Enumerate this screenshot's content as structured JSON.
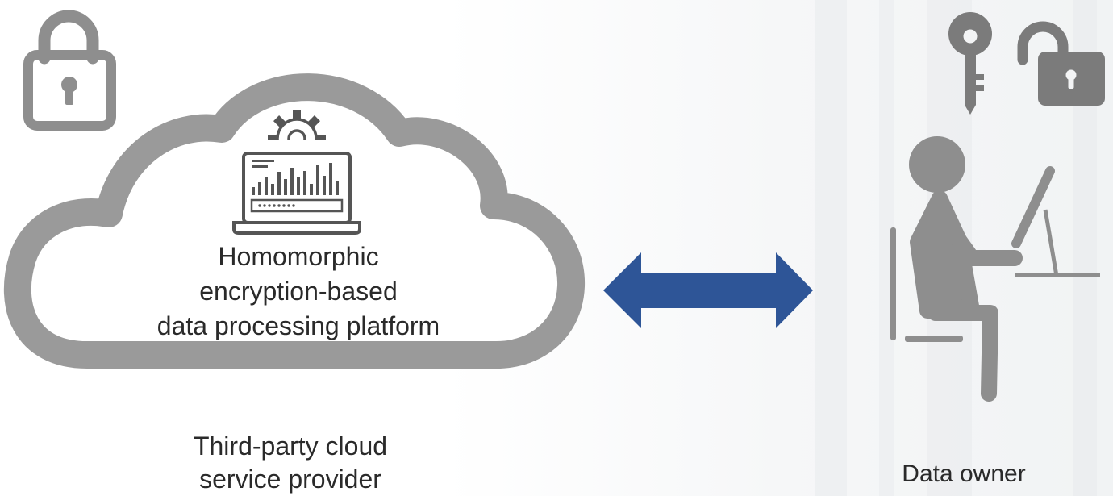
{
  "cloud": {
    "label_lines": [
      "Homomorphic",
      "encryption-based",
      "data processing platform"
    ]
  },
  "provider": {
    "label_lines": [
      "Third-party cloud",
      "service provider"
    ]
  },
  "owner": {
    "label": "Data owner"
  },
  "colors": {
    "icon_gray": "#8e8e8e",
    "cloud_gray": "#9a9a9a",
    "arrow_blue": "#2e5597",
    "text": "#2a2a2a"
  },
  "icons": [
    "lock-icon",
    "cloud-icon",
    "gear-icon",
    "laptop-icon",
    "bidirectional-arrow-icon",
    "key-icon",
    "unlocked-lock-icon",
    "person-at-computer-icon"
  ]
}
